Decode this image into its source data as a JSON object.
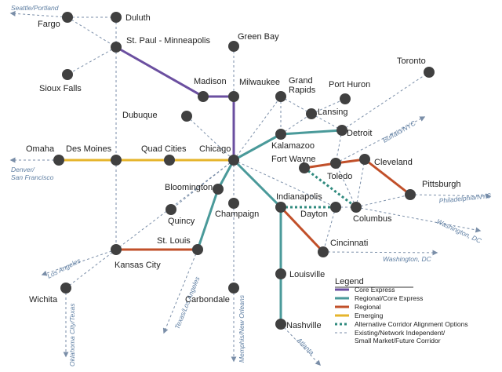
{
  "colors": {
    "core_express": "#6b4fa0",
    "regional_core_express": "#4a9a9a",
    "regional": "#c1502a",
    "emerging": "#e6b52c",
    "alternative": "#2f8a7e",
    "existing": "#7a8ea8",
    "node": "#404040",
    "ext_label": "#5f7fa3"
  },
  "cities": [
    {
      "id": "fargo",
      "label": "Fargo"
    },
    {
      "id": "duluth",
      "label": "Duluth"
    },
    {
      "id": "st_paul",
      "label": "St. Paul - Minneapolis"
    },
    {
      "id": "sioux_falls",
      "label": "Sioux Falls"
    },
    {
      "id": "green_bay",
      "label": "Green Bay"
    },
    {
      "id": "madison",
      "label": "Madison"
    },
    {
      "id": "milwaukee",
      "label": "Milwaukee"
    },
    {
      "id": "grand_rapids",
      "label": "Grand\nRapids"
    },
    {
      "id": "port_huron",
      "label": "Port Huron"
    },
    {
      "id": "toronto",
      "label": "Toronto"
    },
    {
      "id": "lansing",
      "label": "Lansing"
    },
    {
      "id": "detroit",
      "label": "Detroit"
    },
    {
      "id": "kalamazoo",
      "label": "Kalamazoo"
    },
    {
      "id": "dubuque",
      "label": "Dubuque"
    },
    {
      "id": "omaha",
      "label": "Omaha"
    },
    {
      "id": "des_moines",
      "label": "Des Moines"
    },
    {
      "id": "quad_cities",
      "label": "Quad Cities"
    },
    {
      "id": "chicago",
      "label": "Chicago"
    },
    {
      "id": "fort_wayne",
      "label": "Fort Wayne"
    },
    {
      "id": "toledo",
      "label": "Toledo"
    },
    {
      "id": "cleveland",
      "label": "Cleveland"
    },
    {
      "id": "pittsburgh",
      "label": "Pittsburgh"
    },
    {
      "id": "bloomington",
      "label": "Bloomington"
    },
    {
      "id": "champaign",
      "label": "Champaign"
    },
    {
      "id": "quincy",
      "label": "Quincy"
    },
    {
      "id": "indianapolis",
      "label": "Indianapolis"
    },
    {
      "id": "dayton",
      "label": "Dayton"
    },
    {
      "id": "columbus",
      "label": "Columbus"
    },
    {
      "id": "st_louis",
      "label": "St. Louis"
    },
    {
      "id": "kansas_city",
      "label": "Kansas City"
    },
    {
      "id": "cincinnati",
      "label": "Cincinnati"
    },
    {
      "id": "louisville",
      "label": "Louisville"
    },
    {
      "id": "carbondale",
      "label": "Carbondale"
    },
    {
      "id": "wichita",
      "label": "Wichita"
    },
    {
      "id": "nashville",
      "label": "Nashville"
    }
  ],
  "routes": {
    "core_express": [
      [
        "st_paul",
        "madison"
      ],
      [
        "madison",
        "milwaukee"
      ],
      [
        "milwaukee",
        "chicago"
      ]
    ],
    "regional_core_express": [
      [
        "chicago",
        "kalamazoo"
      ],
      [
        "kalamazoo",
        "detroit"
      ],
      [
        "chicago",
        "indianapolis"
      ],
      [
        "indianapolis",
        "louisville"
      ],
      [
        "louisville",
        "nashville"
      ],
      [
        "chicago",
        "bloomington"
      ],
      [
        "bloomington",
        "st_louis"
      ]
    ],
    "regional": [
      [
        "st_louis",
        "kansas_city"
      ],
      [
        "fort_wayne",
        "toledo"
      ],
      [
        "toledo",
        "cleveland"
      ],
      [
        "cleveland",
        "pittsburgh"
      ],
      [
        "indianapolis",
        "cincinnati"
      ]
    ],
    "emerging": [
      [
        "omaha",
        "des_moines"
      ],
      [
        "des_moines",
        "quad_cities"
      ],
      [
        "quad_cities",
        "chicago"
      ]
    ],
    "alternative": [
      [
        "fort_wayne",
        "columbus"
      ],
      [
        "indianapolis",
        "dayton"
      ]
    ],
    "existing": [
      [
        "fargo",
        "duluth"
      ],
      [
        "fargo",
        "st_paul"
      ],
      [
        "duluth",
        "st_paul"
      ],
      [
        "st_paul",
        "sioux_falls"
      ],
      [
        "st_paul",
        "kansas_city"
      ],
      [
        "green_bay",
        "milwaukee"
      ],
      [
        "dubuque",
        "chicago"
      ],
      [
        "chicago",
        "grand_rapids"
      ],
      [
        "grand_rapids",
        "kalamazoo"
      ],
      [
        "grand_rapids",
        "lansing"
      ],
      [
        "lansing",
        "port_huron"
      ],
      [
        "lansing",
        "detroit"
      ],
      [
        "kalamazoo",
        "lansing"
      ],
      [
        "detroit",
        "toronto"
      ],
      [
        "detroit",
        "toledo"
      ],
      [
        "chicago",
        "champaign"
      ],
      [
        "champaign",
        "carbondale"
      ],
      [
        "chicago",
        "quincy"
      ],
      [
        "chicago",
        "kansas_city"
      ],
      [
        "kansas_city",
        "wichita"
      ],
      [
        "chicago",
        "dayton"
      ],
      [
        "dayton",
        "columbus"
      ],
      [
        "dayton",
        "cincinnati"
      ],
      [
        "columbus",
        "cleveland"
      ],
      [
        "columbus",
        "pittsburgh"
      ],
      [
        "columbus",
        "toledo"
      ]
    ]
  },
  "extensions": [
    {
      "from": "fargo",
      "text": "Seattle/Portland"
    },
    {
      "from": "omaha",
      "text": "Denver/\nSan Francisco"
    },
    {
      "from": "kansas_city",
      "text": "Los Angeles"
    },
    {
      "from": "wichita",
      "text": "Oklahoma City/Texas"
    },
    {
      "from": "st_louis",
      "text": "Texas/Los Angeles"
    },
    {
      "from": "carbondale",
      "text": "Memphis/New Orleans"
    },
    {
      "from": "nashville",
      "text": "Atlanta"
    },
    {
      "from": "cincinnati",
      "text": "Washington, DC"
    },
    {
      "from": "columbus",
      "text": "Washington, DC"
    },
    {
      "from": "pittsburgh",
      "text": "Philadelphia/NYC"
    },
    {
      "from": "toledo",
      "text": "Buffalo/NYC"
    }
  ],
  "legend": {
    "title": "Legend",
    "items": [
      {
        "style": "core_express",
        "label": "Core Express"
      },
      {
        "style": "regional_core_express",
        "label": "Regional/Core Express"
      },
      {
        "style": "regional",
        "label": "Regional"
      },
      {
        "style": "emerging",
        "label": "Emerging"
      },
      {
        "style": "alternative",
        "label": "Alternative Corridor Alignment Options"
      },
      {
        "style": "existing",
        "label": "Existing/Network Independent/\nSmall Market/Future Corridor"
      }
    ]
  }
}
